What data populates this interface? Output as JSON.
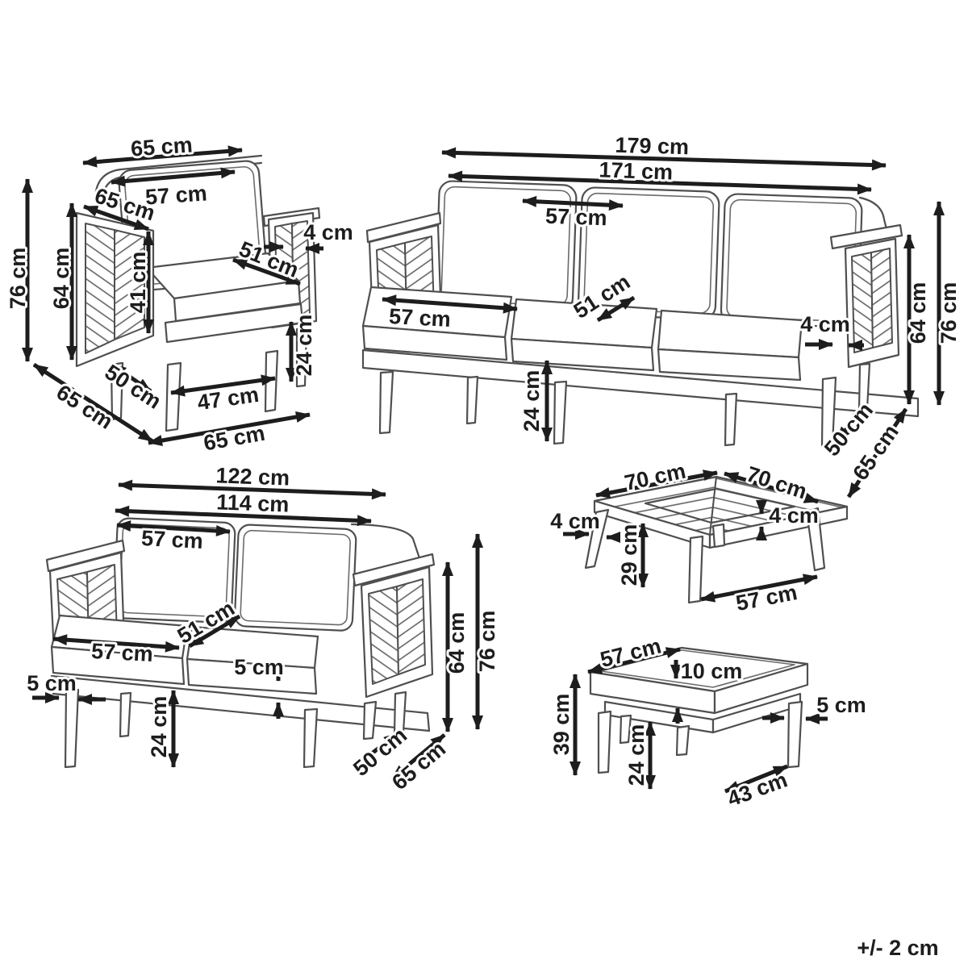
{
  "note": {
    "tolerance": "+/- 2 cm"
  },
  "pieces": {
    "armchair": {
      "dims": {
        "top_width": "65 cm",
        "back_cushion_width": "57 cm",
        "side_depth_top": "65 cm",
        "height_total": "76 cm",
        "height_back": "64 cm",
        "arm_panel_height": "41 cm",
        "seat_depth": "51 cm",
        "arm_thickness": "4 cm",
        "leg_height": "24 cm",
        "front_leg_span": "47 cm",
        "side_seat_depth": "50 cm",
        "base_depth": "65 cm",
        "base_width": "65 cm"
      }
    },
    "sofa3": {
      "dims": {
        "width_overall": "179 cm",
        "width_inner": "171 cm",
        "back_cushion_width": "57 cm",
        "seat_cushion_width": "57 cm",
        "seat_depth": "51 cm",
        "arm_thickness": "4 cm",
        "leg_height": "24 cm",
        "height_back": "64 cm",
        "height_total": "76 cm",
        "side_seat_depth": "50 cm",
        "base_depth": "65 cm"
      }
    },
    "sofa2": {
      "dims": {
        "width_overall": "122 cm",
        "width_inner": "114 cm",
        "back_cushion_width": "57 cm",
        "seat_depth": "51 cm",
        "seat_cushion_width": "57 cm",
        "leg_width": "5 cm",
        "cushion_edge_thickness": "5 cm",
        "leg_height": "24 cm",
        "side_seat_depth": "50 cm",
        "base_depth": "65 cm",
        "height_back": "64 cm",
        "height_total": "76 cm"
      }
    },
    "table": {
      "dims": {
        "top_width": "70 cm",
        "top_depth": "70 cm",
        "leg_thickness": "4 cm",
        "top_thickness": "4 cm",
        "leg_height": "29 cm",
        "leg_span": "57 cm"
      }
    },
    "ottoman": {
      "dims": {
        "top_width": "57 cm",
        "cushion_thickness": "10 cm",
        "height_total": "39 cm",
        "leg_height": "24 cm",
        "leg_width": "5 cm",
        "leg_span": "43 cm"
      }
    }
  }
}
